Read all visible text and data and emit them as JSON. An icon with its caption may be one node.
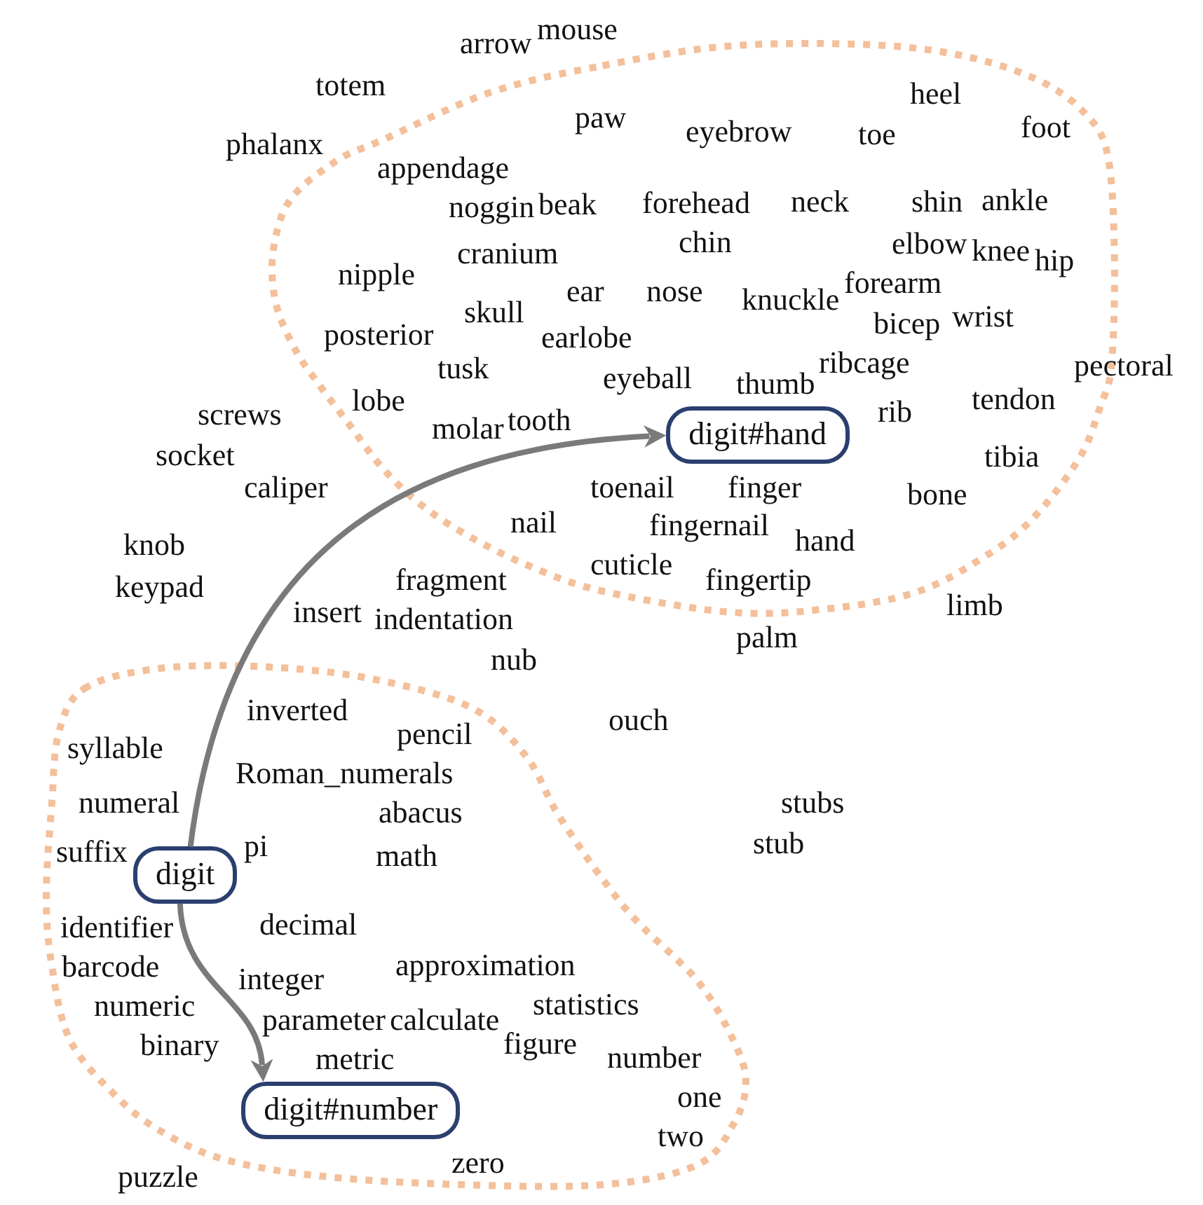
{
  "diagram": {
    "nodes": [
      {
        "text": [],
        "shape": "blob"
      },
      {
        "text": [
          "digit#hand"
        ],
        "in": 0
      },
      {
        "text": [],
        "shape": "blob"
      },
      {
        "text": [
          "digit"
        ],
        "in": 2
      },
      {
        "text": [
          "digit#number"
        ],
        "in": 2
      }
    ],
    "edges": [
      {
        "from": 3,
        "to": 1,
        "arrow": "to"
      },
      {
        "from": 3,
        "to": 4,
        "arrow": "to"
      }
    ],
    "labels": [
      "mouse",
      "arrow",
      "totem",
      "heel",
      "foot",
      "paw",
      "eyebrow",
      "toe",
      "appendage",
      "ankle",
      "neck",
      "shin",
      "noggin",
      "beak",
      "forehead",
      "chin",
      "phalanx",
      "knee",
      "cranium",
      "hip",
      "elbow",
      "forearm",
      "nipple",
      "ear",
      "nose",
      "knuckle",
      "skull",
      "wrist",
      "bicep",
      "posterior",
      "ribcage",
      "earlobe",
      "pectoral",
      "tusk",
      "eyeball",
      "thumb",
      "tendon",
      "lobe",
      "rib",
      "screws",
      "molar",
      "tooth",
      "socket",
      "tibia",
      "finger",
      "caliper",
      "toenail",
      "bone",
      "fragment",
      "fingernail",
      "nail",
      "knob",
      "hand",
      "cuticle",
      "fingertip",
      "limb",
      "keypad",
      "indentation",
      "insert",
      "palm",
      "nub",
      "ouch",
      "inverted",
      "pencil",
      "syllable",
      "Roman_numerals",
      "abacus",
      "numeral",
      "stubs",
      "stub",
      "pi",
      "suffix",
      "math",
      "decimal",
      "identifier",
      "numeric",
      "barcode",
      "approximation",
      "integer",
      "statistics",
      "binary",
      "parameter",
      "figure",
      "calculate",
      "metric",
      "number",
      "one",
      "zero",
      "two",
      "puzzle"
    ]
  }
}
